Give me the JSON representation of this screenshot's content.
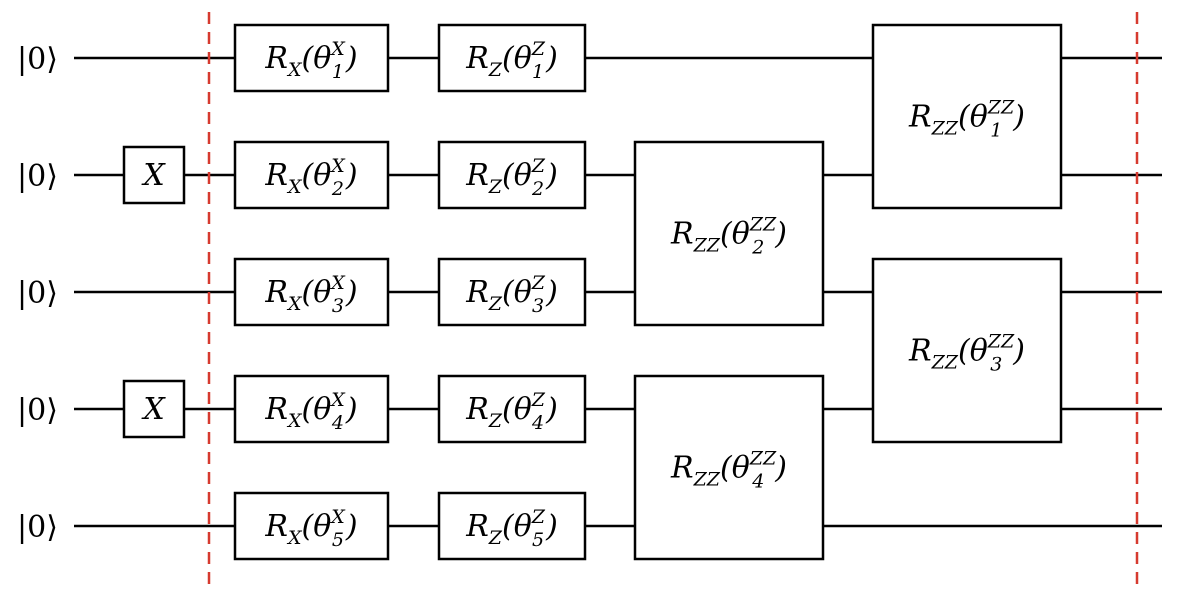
{
  "title": "",
  "colors": {
    "wire": "#000000",
    "gate_fill": "#ffffff",
    "barrier": "#d63a2f"
  },
  "qubits": [
    {
      "init": "|0⟩"
    },
    {
      "init": "|0⟩"
    },
    {
      "init": "|0⟩"
    },
    {
      "init": "|0⟩"
    },
    {
      "init": "|0⟩"
    }
  ],
  "gates": [
    {
      "id": "x-q2",
      "type": "X",
      "qubits": [
        1
      ],
      "col": 0,
      "label": "X"
    },
    {
      "id": "x-q4",
      "type": "X",
      "qubits": [
        3
      ],
      "col": 0,
      "label": "X"
    },
    {
      "id": "rx-1",
      "type": "RX",
      "qubits": [
        0
      ],
      "col": 1,
      "base": "R",
      "sub": "X",
      "param": "θ",
      "psub": "1",
      "psup": "X"
    },
    {
      "id": "rx-2",
      "type": "RX",
      "qubits": [
        1
      ],
      "col": 1,
      "base": "R",
      "sub": "X",
      "param": "θ",
      "psub": "2",
      "psup": "X"
    },
    {
      "id": "rx-3",
      "type": "RX",
      "qubits": [
        2
      ],
      "col": 1,
      "base": "R",
      "sub": "X",
      "param": "θ",
      "psub": "3",
      "psup": "X"
    },
    {
      "id": "rx-4",
      "type": "RX",
      "qubits": [
        3
      ],
      "col": 1,
      "base": "R",
      "sub": "X",
      "param": "θ",
      "psub": "4",
      "psup": "X"
    },
    {
      "id": "rx-5",
      "type": "RX",
      "qubits": [
        4
      ],
      "col": 1,
      "base": "R",
      "sub": "X",
      "param": "θ",
      "psub": "5",
      "psup": "X"
    },
    {
      "id": "rz-1",
      "type": "RZ",
      "qubits": [
        0
      ],
      "col": 2,
      "base": "R",
      "sub": "Z",
      "param": "θ",
      "psub": "1",
      "psup": "Z"
    },
    {
      "id": "rz-2",
      "type": "RZ",
      "qubits": [
        1
      ],
      "col": 2,
      "base": "R",
      "sub": "Z",
      "param": "θ",
      "psub": "2",
      "psup": "Z"
    },
    {
      "id": "rz-3",
      "type": "RZ",
      "qubits": [
        2
      ],
      "col": 2,
      "base": "R",
      "sub": "Z",
      "param": "θ",
      "psub": "3",
      "psup": "Z"
    },
    {
      "id": "rz-4",
      "type": "RZ",
      "qubits": [
        3
      ],
      "col": 2,
      "base": "R",
      "sub": "Z",
      "param": "θ",
      "psub": "4",
      "psup": "Z"
    },
    {
      "id": "rz-5",
      "type": "RZ",
      "qubits": [
        4
      ],
      "col": 2,
      "base": "R",
      "sub": "Z",
      "param": "θ",
      "psub": "5",
      "psup": "Z"
    },
    {
      "id": "rzz-2",
      "type": "RZZ",
      "qubits": [
        1,
        2
      ],
      "col": 3,
      "base": "R",
      "sub": "ZZ",
      "param": "θ",
      "psub": "2",
      "psup": "ZZ"
    },
    {
      "id": "rzz-4",
      "type": "RZZ",
      "qubits": [
        3,
        4
      ],
      "col": 3,
      "base": "R",
      "sub": "ZZ",
      "param": "θ",
      "psub": "4",
      "psup": "ZZ"
    },
    {
      "id": "rzz-1",
      "type": "RZZ",
      "qubits": [
        0,
        1
      ],
      "col": 4,
      "base": "R",
      "sub": "ZZ",
      "param": "θ",
      "psub": "1",
      "psup": "ZZ"
    },
    {
      "id": "rzz-3",
      "type": "RZZ",
      "qubits": [
        2,
        3
      ],
      "col": 4,
      "base": "R",
      "sub": "ZZ",
      "param": "θ",
      "psub": "3",
      "psup": "ZZ"
    }
  ],
  "barriers": [
    {
      "after_col": 0
    },
    {
      "after_col": 4
    }
  ]
}
